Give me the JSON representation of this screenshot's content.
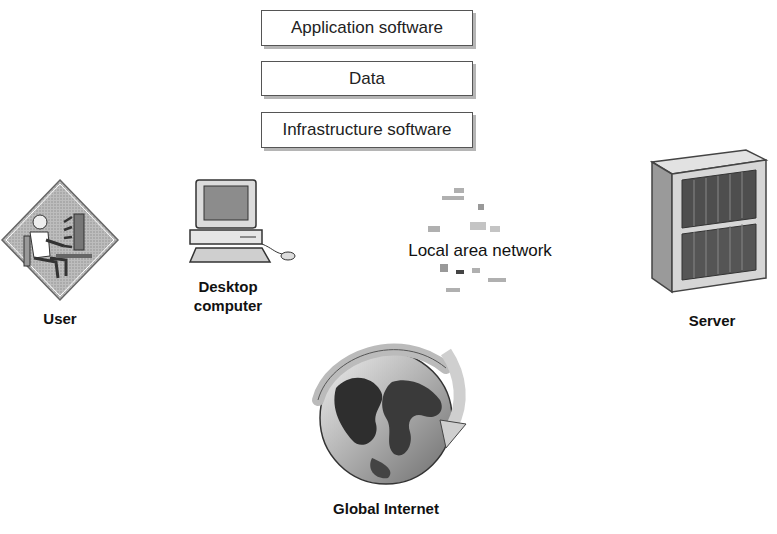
{
  "diagram": {
    "nodes": [
      {
        "text": [
          "Application software"
        ]
      },
      {
        "text": [
          "Data"
        ]
      },
      {
        "text": [
          "Infrastructure software"
        ]
      }
    ],
    "labels": [
      "User",
      "Desktop computer",
      "Local area network",
      "Server",
      "Global Internet"
    ]
  }
}
